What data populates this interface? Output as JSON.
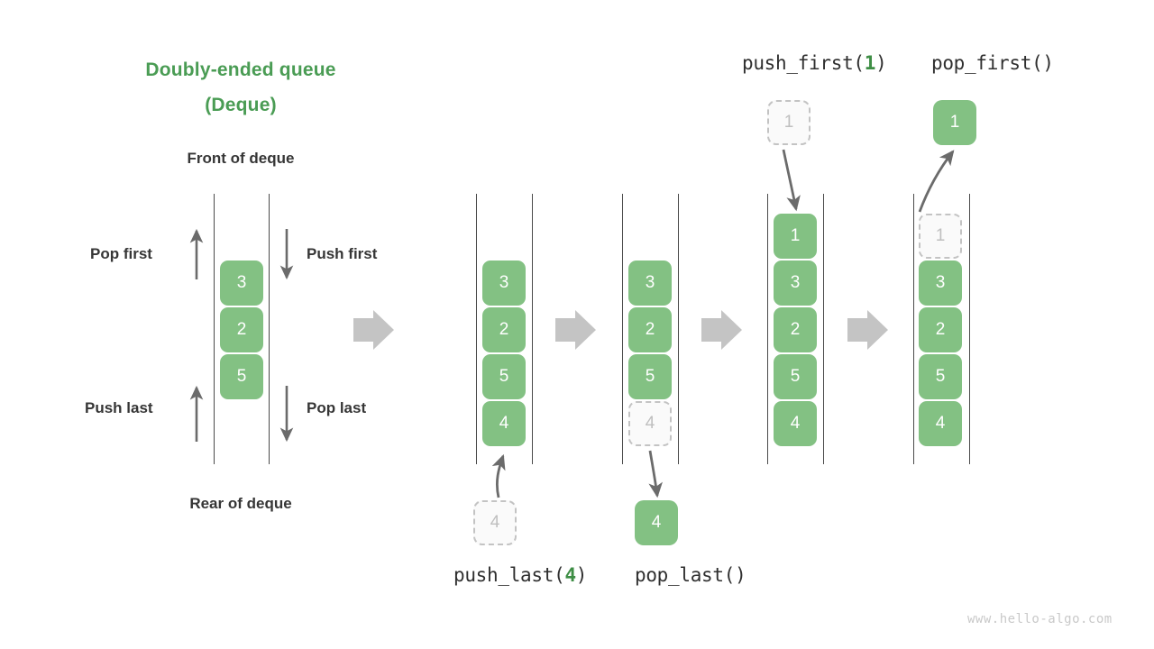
{
  "diagram": {
    "title_line1": "Doubly-ended queue",
    "title_line2": "(Deque)",
    "front_label": "Front of deque",
    "rear_label": "Rear of deque",
    "ops": {
      "pop_first": "Pop first",
      "push_first": "Push first",
      "push_last": "Push last",
      "pop_last": "Pop last"
    },
    "code_labels": {
      "push_first_name": "push_first(",
      "push_first_arg": "1",
      "push_first_close": ")",
      "pop_first": "pop_first()",
      "push_last_name": "push_last(",
      "push_last_arg": "4",
      "push_last_close": ")",
      "pop_last": "pop_last()"
    },
    "watermark": "www.hello-algo.com",
    "colors": {
      "title_green": "#4a9c54",
      "cell_green": "#83c183",
      "ghost_fill": "#fafafa",
      "ghost_border": "#c3c3c3",
      "ghost_text": "#bfbfbf",
      "rail": "#4a4a4a",
      "block_arrow": "#c4c4c4",
      "thin_arrow": "#6b6b6b",
      "text": "#363636",
      "watermark": "#c9c9c9"
    },
    "columns": [
      {
        "name": "initial-deque",
        "cells": [
          "3",
          "2",
          "5"
        ]
      },
      {
        "name": "deque-after-push-last",
        "cells": [
          "3",
          "2",
          "5",
          "4"
        ]
      },
      {
        "name": "deque-before-pop-last",
        "cells": [
          "3",
          "2",
          "5",
          "4"
        ]
      },
      {
        "name": "deque-after-push-first",
        "cells": [
          "1",
          "3",
          "2",
          "5",
          "4"
        ]
      },
      {
        "name": "deque-before-pop-first",
        "cells": [
          "1",
          "3",
          "2",
          "5",
          "4"
        ]
      }
    ],
    "floating_cells": {
      "push_last_source": "4",
      "pop_last_result": "4",
      "push_first_source": "1",
      "pop_first_result": "1"
    }
  }
}
